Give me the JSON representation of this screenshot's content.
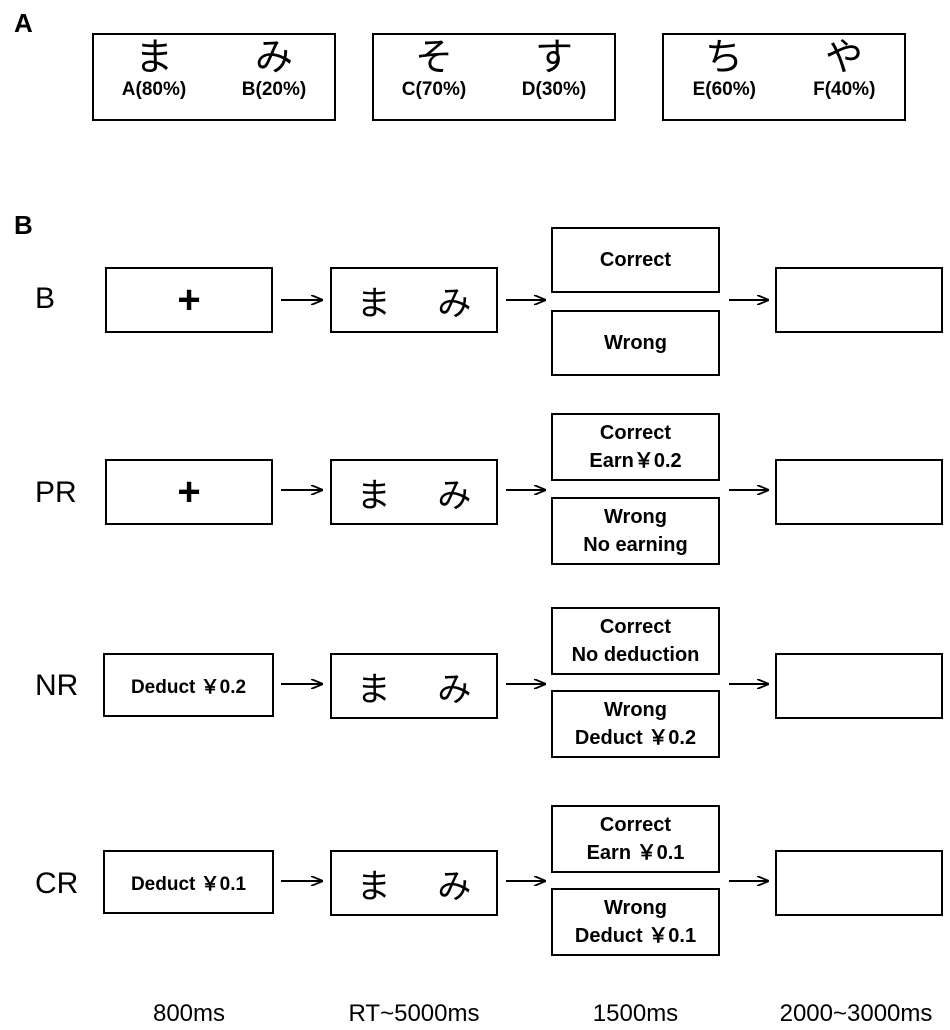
{
  "panel_a": {
    "label": "A",
    "stimuli": [
      {
        "left": {
          "kana": "ま",
          "prob": "A(80%)"
        },
        "right": {
          "kana": "み",
          "prob": "B(20%)"
        }
      },
      {
        "left": {
          "kana": "そ",
          "prob": "C(70%)"
        },
        "right": {
          "kana": "す",
          "prob": "D(30%)"
        }
      },
      {
        "left": {
          "kana": "ち",
          "prob": "E(60%)"
        },
        "right": {
          "kana": "や",
          "prob": "F(40%)"
        }
      }
    ]
  },
  "panel_b": {
    "label": "B",
    "trials": [
      {
        "condition": "B",
        "cue": "+",
        "stimulus": "ま み",
        "feedback_correct": [
          "Correct"
        ],
        "feedback_wrong": [
          "Wrong"
        ]
      },
      {
        "condition": "PR",
        "cue": "+",
        "stimulus": "ま み",
        "feedback_correct": [
          "Correct",
          "Earn￥0.2"
        ],
        "feedback_wrong": [
          "Wrong",
          "No earning"
        ]
      },
      {
        "condition": "NR",
        "cue": "Deduct ￥0.2",
        "stimulus": "ま み",
        "feedback_correct": [
          "Correct",
          "No deduction"
        ],
        "feedback_wrong": [
          "Wrong",
          "Deduct ￥0.2"
        ]
      },
      {
        "condition": "CR",
        "cue": "Deduct ￥0.1",
        "stimulus": "ま み",
        "feedback_correct": [
          "Correct",
          "Earn ￥0.1"
        ],
        "feedback_wrong": [
          "Wrong",
          "Deduct ￥0.1"
        ]
      }
    ],
    "timings": [
      "800ms",
      "RT~5000ms",
      "1500ms",
      "2000~3000ms"
    ]
  }
}
